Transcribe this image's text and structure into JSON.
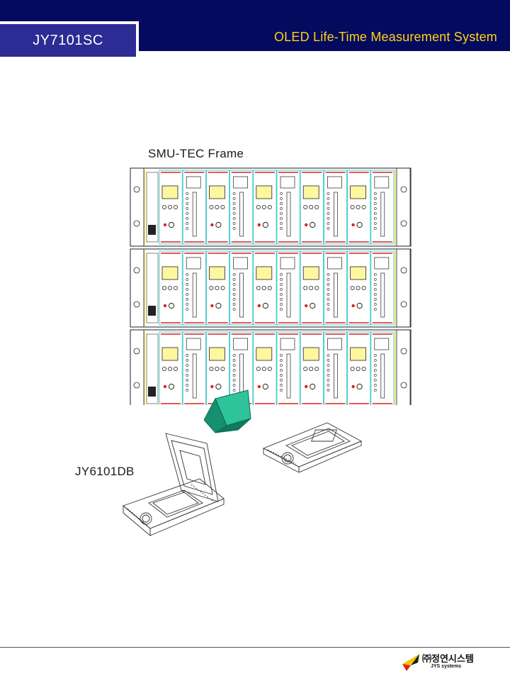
{
  "header": {
    "model": "JY7101SC",
    "title": "OLED Life-Time Measurement System"
  },
  "labels": {
    "frame": "SMU-TEC Frame",
    "device": "JY6101DB"
  },
  "footer": {
    "company": "㈜정연시스템",
    "company_en": "JYS systems"
  },
  "colors": {
    "header_bg": "#040a5e",
    "tab_bg": "#2c2c94",
    "title_text": "#ffd21a",
    "arrow": "#1fa07a",
    "module_border": "#28c4c4"
  },
  "icons": {
    "arrow": "arrow-icon",
    "logo": "jys-logo-icon"
  }
}
